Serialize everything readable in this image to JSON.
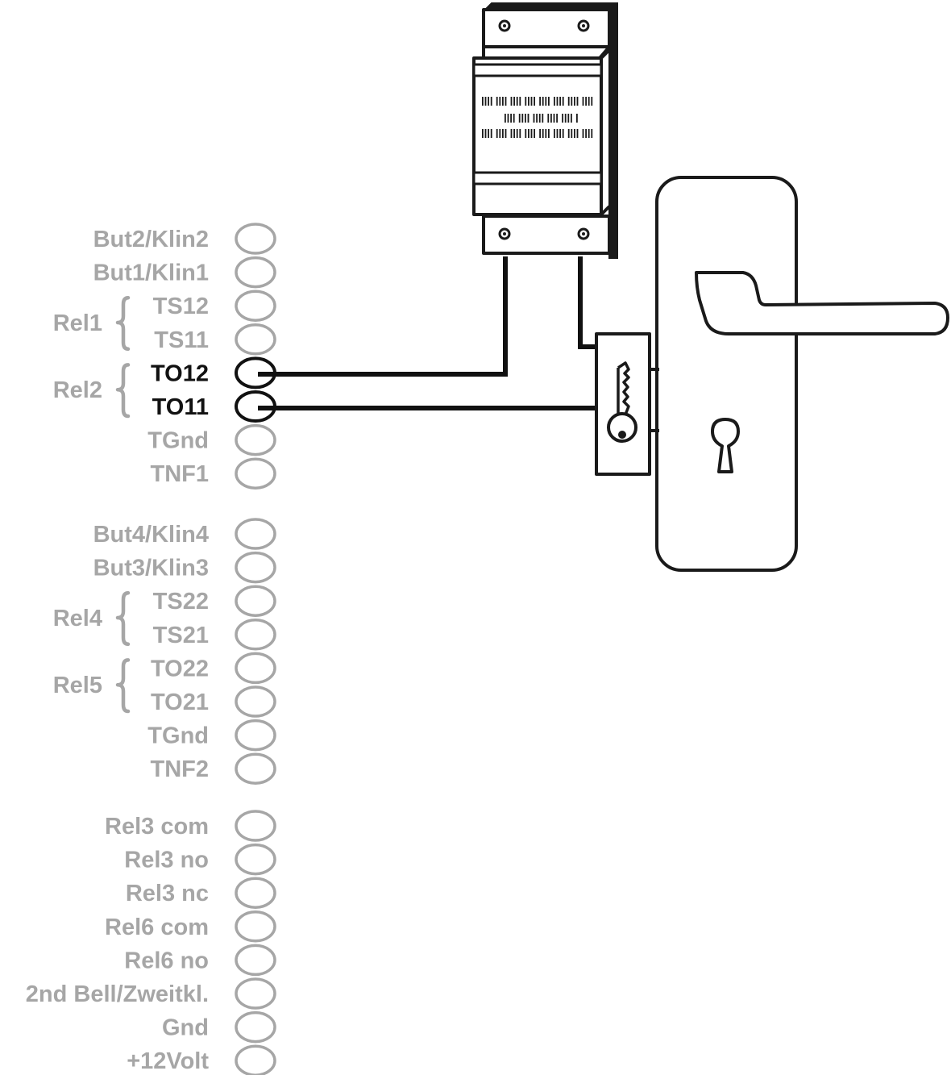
{
  "terminal_groups": [
    {
      "terminals": [
        {
          "label": "But2/Klin2",
          "active": false
        },
        {
          "label": "But1/Klin1",
          "active": false
        },
        {
          "label": "TS12",
          "active": false
        },
        {
          "label": "TS11",
          "active": false
        },
        {
          "label": "TO12",
          "active": true
        },
        {
          "label": "TO11",
          "active": true
        },
        {
          "label": "TGnd",
          "active": false
        },
        {
          "label": "TNF1",
          "active": false
        }
      ],
      "relays": [
        {
          "label": "Rel1",
          "members": [
            2,
            3
          ]
        },
        {
          "label": "Rel2",
          "members": [
            4,
            5
          ]
        }
      ]
    },
    {
      "terminals": [
        {
          "label": "But4/Klin4",
          "active": false
        },
        {
          "label": "But3/Klin3",
          "active": false
        },
        {
          "label": "TS22",
          "active": false
        },
        {
          "label": "TS21",
          "active": false
        },
        {
          "label": "TO22",
          "active": false
        },
        {
          "label": "TO21",
          "active": false
        },
        {
          "label": "TGnd",
          "active": false
        },
        {
          "label": "TNF2",
          "active": false
        }
      ],
      "relays": [
        {
          "label": "Rel4",
          "members": [
            2,
            3
          ]
        },
        {
          "label": "Rel5",
          "members": [
            4,
            5
          ]
        }
      ]
    },
    {
      "terminals": [
        {
          "label": "Rel3 com",
          "active": false
        },
        {
          "label": "Rel3 no",
          "active": false
        },
        {
          "label": "Rel3 nc",
          "active": false
        },
        {
          "label": "Rel6 com",
          "active": false
        },
        {
          "label": "Rel6 no",
          "active": false
        },
        {
          "label": "2nd Bell/Zweitkl.",
          "active": false
        },
        {
          "label": "Gnd",
          "active": false
        },
        {
          "label": "+12Volt",
          "active": false
        }
      ],
      "relays": []
    }
  ],
  "colors": {
    "inactive": "#a6a6a6",
    "active": "#111111",
    "wire": "#111111",
    "line": "#1a1a1a"
  },
  "icons": {
    "power_supply": "din-rail-power-supply-icon",
    "door_opener": "electric-door-strike-icon",
    "door_handle": "door-handle-plate-icon",
    "keyhole": "keyhole-icon",
    "key": "key-icon"
  }
}
